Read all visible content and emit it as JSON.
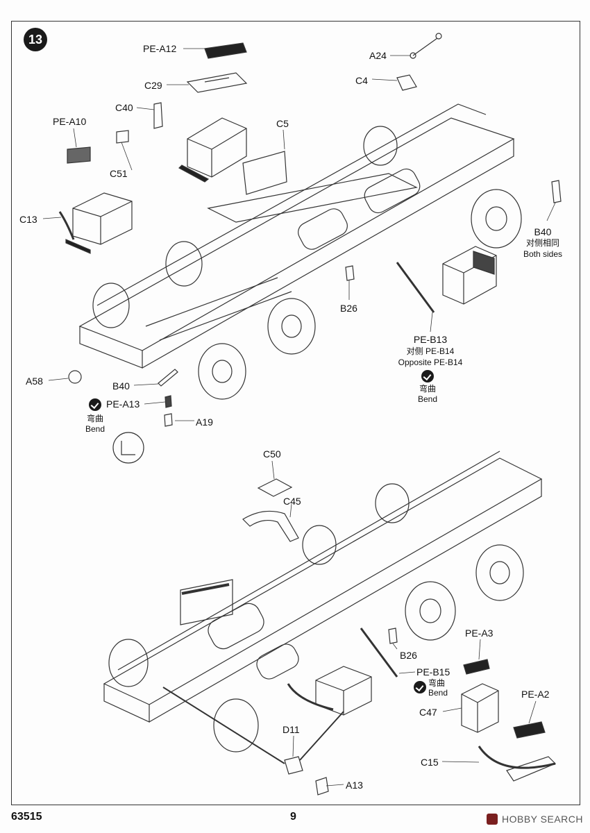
{
  "page": {
    "step_number": "13",
    "model_number": "63515",
    "page_number": "9",
    "watermark": "HOBBY SEARCH"
  },
  "callouts": {
    "pe_a12": "PE-A12",
    "c29": "C29",
    "c40": "C40",
    "pe_a10": "PE-A10",
    "c51": "C51",
    "c5": "C5",
    "c13": "C13",
    "a24": "A24",
    "c4": "C4",
    "b40_right": "B40",
    "b40_right_cn": "对侧相同",
    "b40_right_en": "Both sides",
    "b26_top": "B26",
    "pe_b13": "PE-B13",
    "pe_b13_cn": "对侧 PE-B14",
    "pe_b13_en": "Opposite PE-B14",
    "bend_cn_1": "弯曲",
    "bend_en_1": "Bend",
    "a58": "A58",
    "b40_left": "B40",
    "pe_a13": "PE-A13",
    "bend_cn_2": "弯曲",
    "bend_en_2": "Bend",
    "a19": "A19",
    "c50": "C50",
    "c45": "C45",
    "pe_a3": "PE-A3",
    "b26_bottom": "B26",
    "pe_b15": "PE-B15",
    "bend_cn_3": "弯曲",
    "bend_en_3": "Bend",
    "pe_a2": "PE-A2",
    "c47": "C47",
    "d11": "D11",
    "c15": "C15",
    "a13": "A13"
  },
  "colors": {
    "ink": "#111111",
    "line": "#333333",
    "badge": "#1a1a1a",
    "watermark_logo": "#7a1f1f"
  }
}
